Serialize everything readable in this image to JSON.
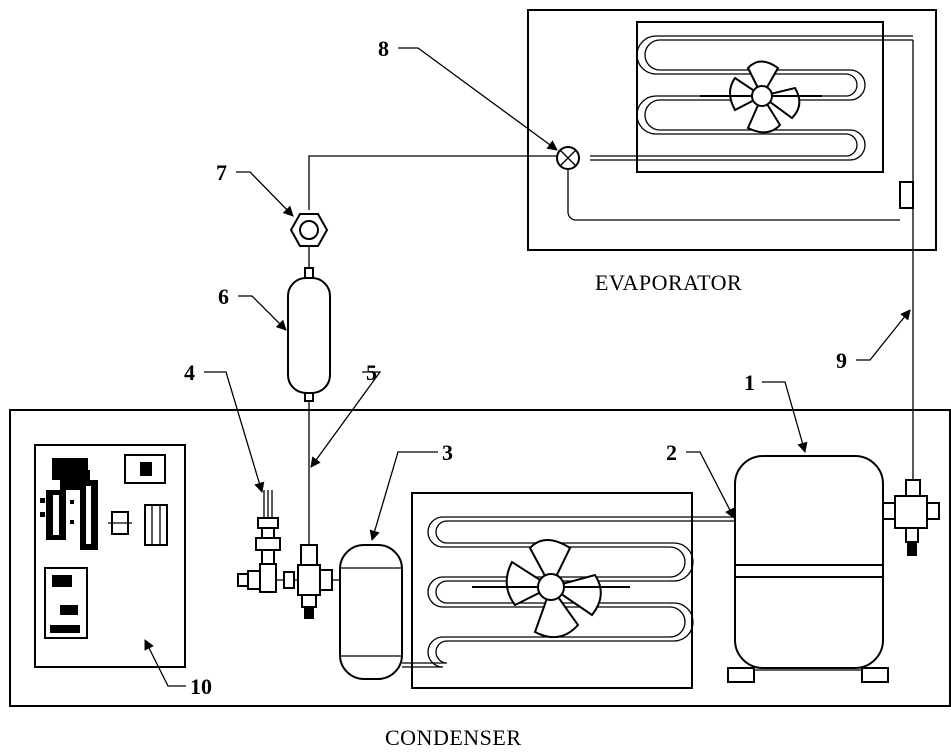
{
  "labels": {
    "evaporator": "EVAPORATOR",
    "condenser": "CONDENSER"
  },
  "callouts": [
    "1",
    "2",
    "3",
    "4",
    "5",
    "6",
    "7",
    "8",
    "9",
    "10"
  ],
  "colors": {
    "stroke": "#000000",
    "background": "#ffffff"
  }
}
